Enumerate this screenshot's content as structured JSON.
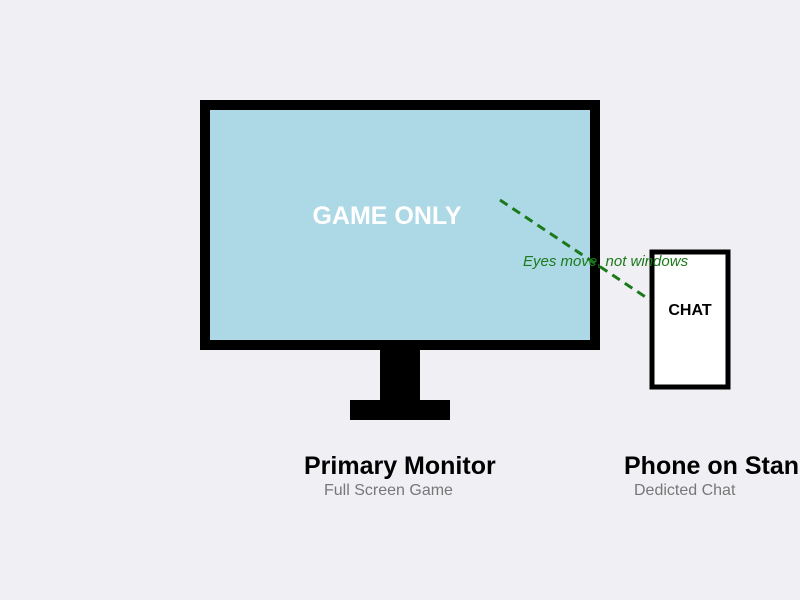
{
  "monitor": {
    "screen_text": "GAME ONLY",
    "title": "Primary Monitor",
    "subtitle": "Full Screen Game",
    "screen_color": "#add8e6",
    "frame_color": "#000000"
  },
  "phone": {
    "screen_text": "CHAT",
    "title": "Phone on Stand",
    "subtitle": "Dedicted Chat",
    "screen_color": "#ffffff"
  },
  "annotation": {
    "text": "Eyes move, not windows",
    "color": "#1a7a1a"
  },
  "background_color": "#f0eff4"
}
